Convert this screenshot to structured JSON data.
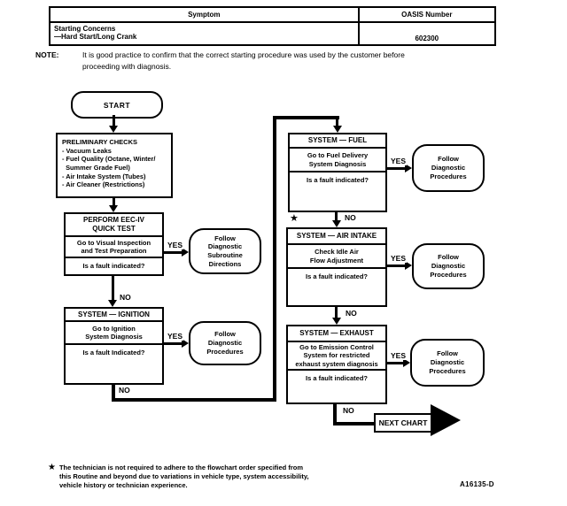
{
  "ink": "#000000",
  "paper": "#ffffff",
  "table": {
    "headers": [
      "Symptom",
      "OASIS Number"
    ],
    "row": {
      "symptom_title": "Starting Concerns",
      "symptom_detail": "—Hard Start/Long Crank",
      "oasis": "602300"
    }
  },
  "note": {
    "label": "NOTE:",
    "text": "It is good practice to confirm that the correct starting procedure was used by the customer before\nproceeding with diagnosis."
  },
  "flow": {
    "start": "START",
    "yes": "YES",
    "no": "NO",
    "star": "★",
    "preliminary": {
      "title": "PRELIMINARY CHECKS",
      "items": "- Vacuum Leaks\n- Fuel Quality (Octane, Winter/\n  Summer Grade Fuel)\n- Air Intake System (Tubes)\n- Air Cleaner (Restrictions)"
    },
    "eec": {
      "title": "PERFORM EEC-IV\nQUICK TEST",
      "action": "Go to Visual Inspection\nand Test Preparation",
      "question": "Is a fault indicated?"
    },
    "ignition": {
      "title": "SYSTEM — IGNITION",
      "action": "Go to Ignition\nSystem Diagnosis",
      "question": "Is a fault Indicated?"
    },
    "fuel": {
      "title": "SYSTEM — FUEL",
      "action": "Go to Fuel Delivery\nSystem Diagnosis",
      "question": "Is a fault indicated?"
    },
    "air_intake": {
      "title": "SYSTEM — AIR INTAKE",
      "action": "Check Idle Air\nFlow Adjustment",
      "question": "Is a fault indicated?"
    },
    "exhaust": {
      "title": "SYSTEM — EXHAUST",
      "action": "Go to Emission Control\nSystem for restricted\nexhaust system diagnosis",
      "question": "Is a fault indicated?"
    },
    "subroutine_oval": "Follow\nDiagnostic\nSubroutine\nDirections",
    "procedures_oval": "Follow\nDiagnostic\nProcedures",
    "next_chart": "NEXT CHART"
  },
  "footnote": {
    "star": "★",
    "text": "The technician is not required to adhere to the flowchart order specified from\nthis Routine and beyond due to variations in vehicle type, system accessibility,\nvehicle history or technician experience.",
    "code": "A16135-D"
  }
}
